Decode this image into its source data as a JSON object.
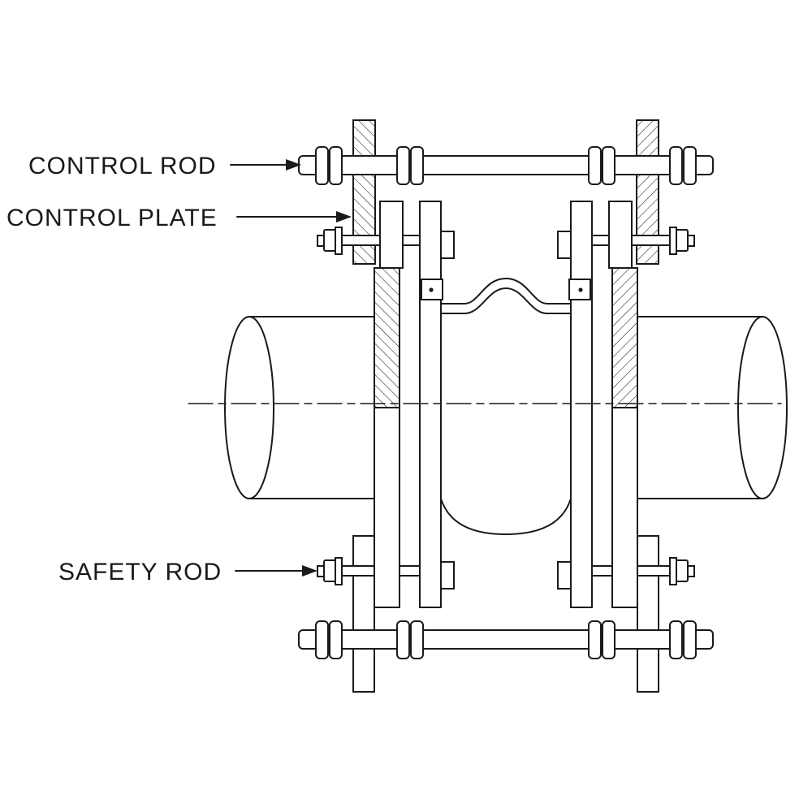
{
  "labels": {
    "control_rod": "CONTROL ROD",
    "control_plate": "CONTROL PLATE",
    "safety_rod": "SAFETY ROD"
  },
  "colors": {
    "line": "#1a1a1a",
    "background": "#ffffff"
  }
}
